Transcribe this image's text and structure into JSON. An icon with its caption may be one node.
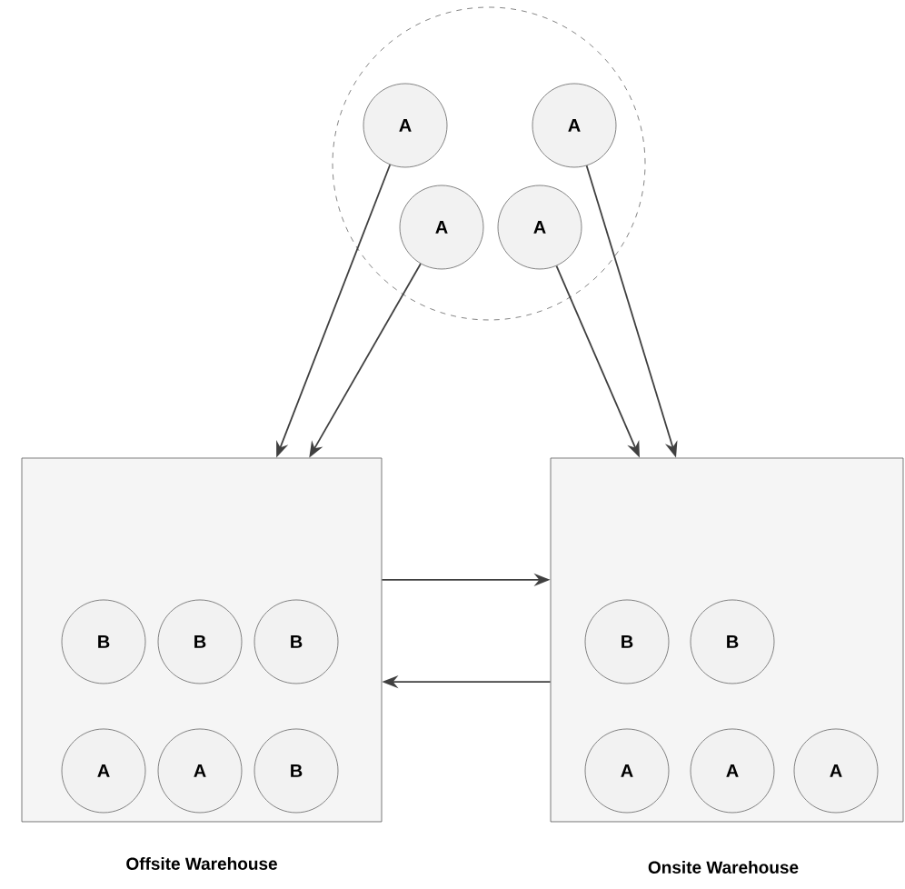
{
  "diagram": {
    "nodes": [
      {
        "text": [],
        "shape": "circle"
      },
      {
        "text": [
          "A"
        ],
        "in": 0
      },
      {
        "text": [
          "A"
        ],
        "in": 0
      },
      {
        "text": [
          "A"
        ],
        "in": 0
      },
      {
        "text": [
          "A"
        ],
        "in": 0
      },
      {
        "text": [
          "Offsite Warehouse"
        ]
      },
      {
        "text": [
          "B"
        ],
        "in": 5
      },
      {
        "text": [
          "B"
        ],
        "in": 5
      },
      {
        "text": [
          "B"
        ],
        "in": 5
      },
      {
        "text": [
          "A"
        ],
        "in": 5
      },
      {
        "text": [
          "A"
        ],
        "in": 5
      },
      {
        "text": [
          "B"
        ],
        "in": 5
      },
      {
        "text": [
          "Onsite Warehouse"
        ]
      },
      {
        "text": [
          "B"
        ],
        "in": 12
      },
      {
        "text": [
          "B"
        ],
        "in": 12
      },
      {
        "text": [
          "A"
        ],
        "in": 12
      },
      {
        "text": [
          "A"
        ],
        "in": 12
      },
      {
        "text": [
          "A"
        ],
        "in": 12
      }
    ],
    "edges": [
      {
        "from": 1,
        "to": 5,
        "arrow": "to"
      },
      {
        "from": 3,
        "to": 5,
        "arrow": "to"
      },
      {
        "from": 4,
        "to": 12,
        "arrow": "to"
      },
      {
        "from": 2,
        "to": 12,
        "arrow": "to"
      },
      {
        "from": 5,
        "to": 12,
        "arrow": "to"
      },
      {
        "from": 12,
        "to": 5,
        "arrow": "to"
      }
    ]
  }
}
